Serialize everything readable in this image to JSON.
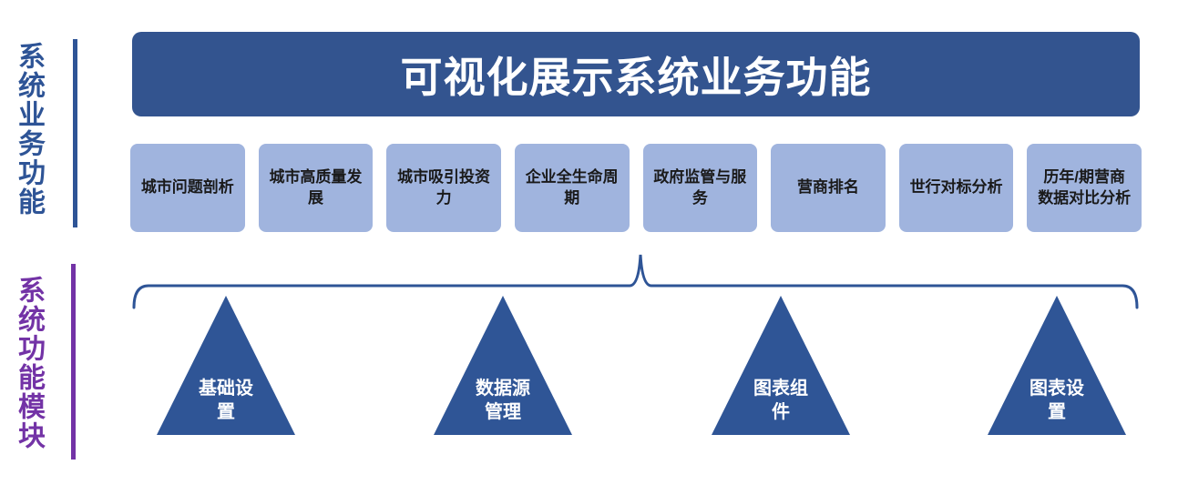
{
  "sidebar": {
    "top": {
      "label": "系统业务功能",
      "color": "#2e5496"
    },
    "bottom": {
      "label": "系统功能模块",
      "color": "#7333a6"
    }
  },
  "banner": {
    "title": "可视化展示系统业务功能",
    "bg": "#33548f",
    "text_color": "#ffffff"
  },
  "business_functions": [
    {
      "lines": [
        "城市问题剖析"
      ]
    },
    {
      "lines": [
        "城市高质量发",
        "展"
      ]
    },
    {
      "lines": [
        "城市吸引投资",
        "力"
      ]
    },
    {
      "lines": [
        "企业全生命周",
        "期"
      ]
    },
    {
      "lines": [
        "政府监管与服",
        "务"
      ]
    },
    {
      "lines": [
        "营商排名"
      ]
    },
    {
      "lines": [
        "世行对标分析"
      ]
    },
    {
      "lines": [
        "历年/期营商",
        "数据对比分析"
      ]
    }
  ],
  "modules": [
    {
      "lines": [
        "基础设",
        "置"
      ]
    },
    {
      "lines": [
        "数据源",
        "管理"
      ]
    },
    {
      "lines": [
        "图表组",
        "件"
      ]
    },
    {
      "lines": [
        "图表设",
        "置"
      ]
    }
  ],
  "colors": {
    "banner_blue": "#33548f",
    "box_light_blue": "#a0b4de",
    "triangle_blue": "#2f5596",
    "brace_blue": "#2e5496",
    "sidebar_top_blue": "#2e5496",
    "sidebar_bottom_purple": "#7333a6",
    "box_text": "#1a1a1a"
  }
}
